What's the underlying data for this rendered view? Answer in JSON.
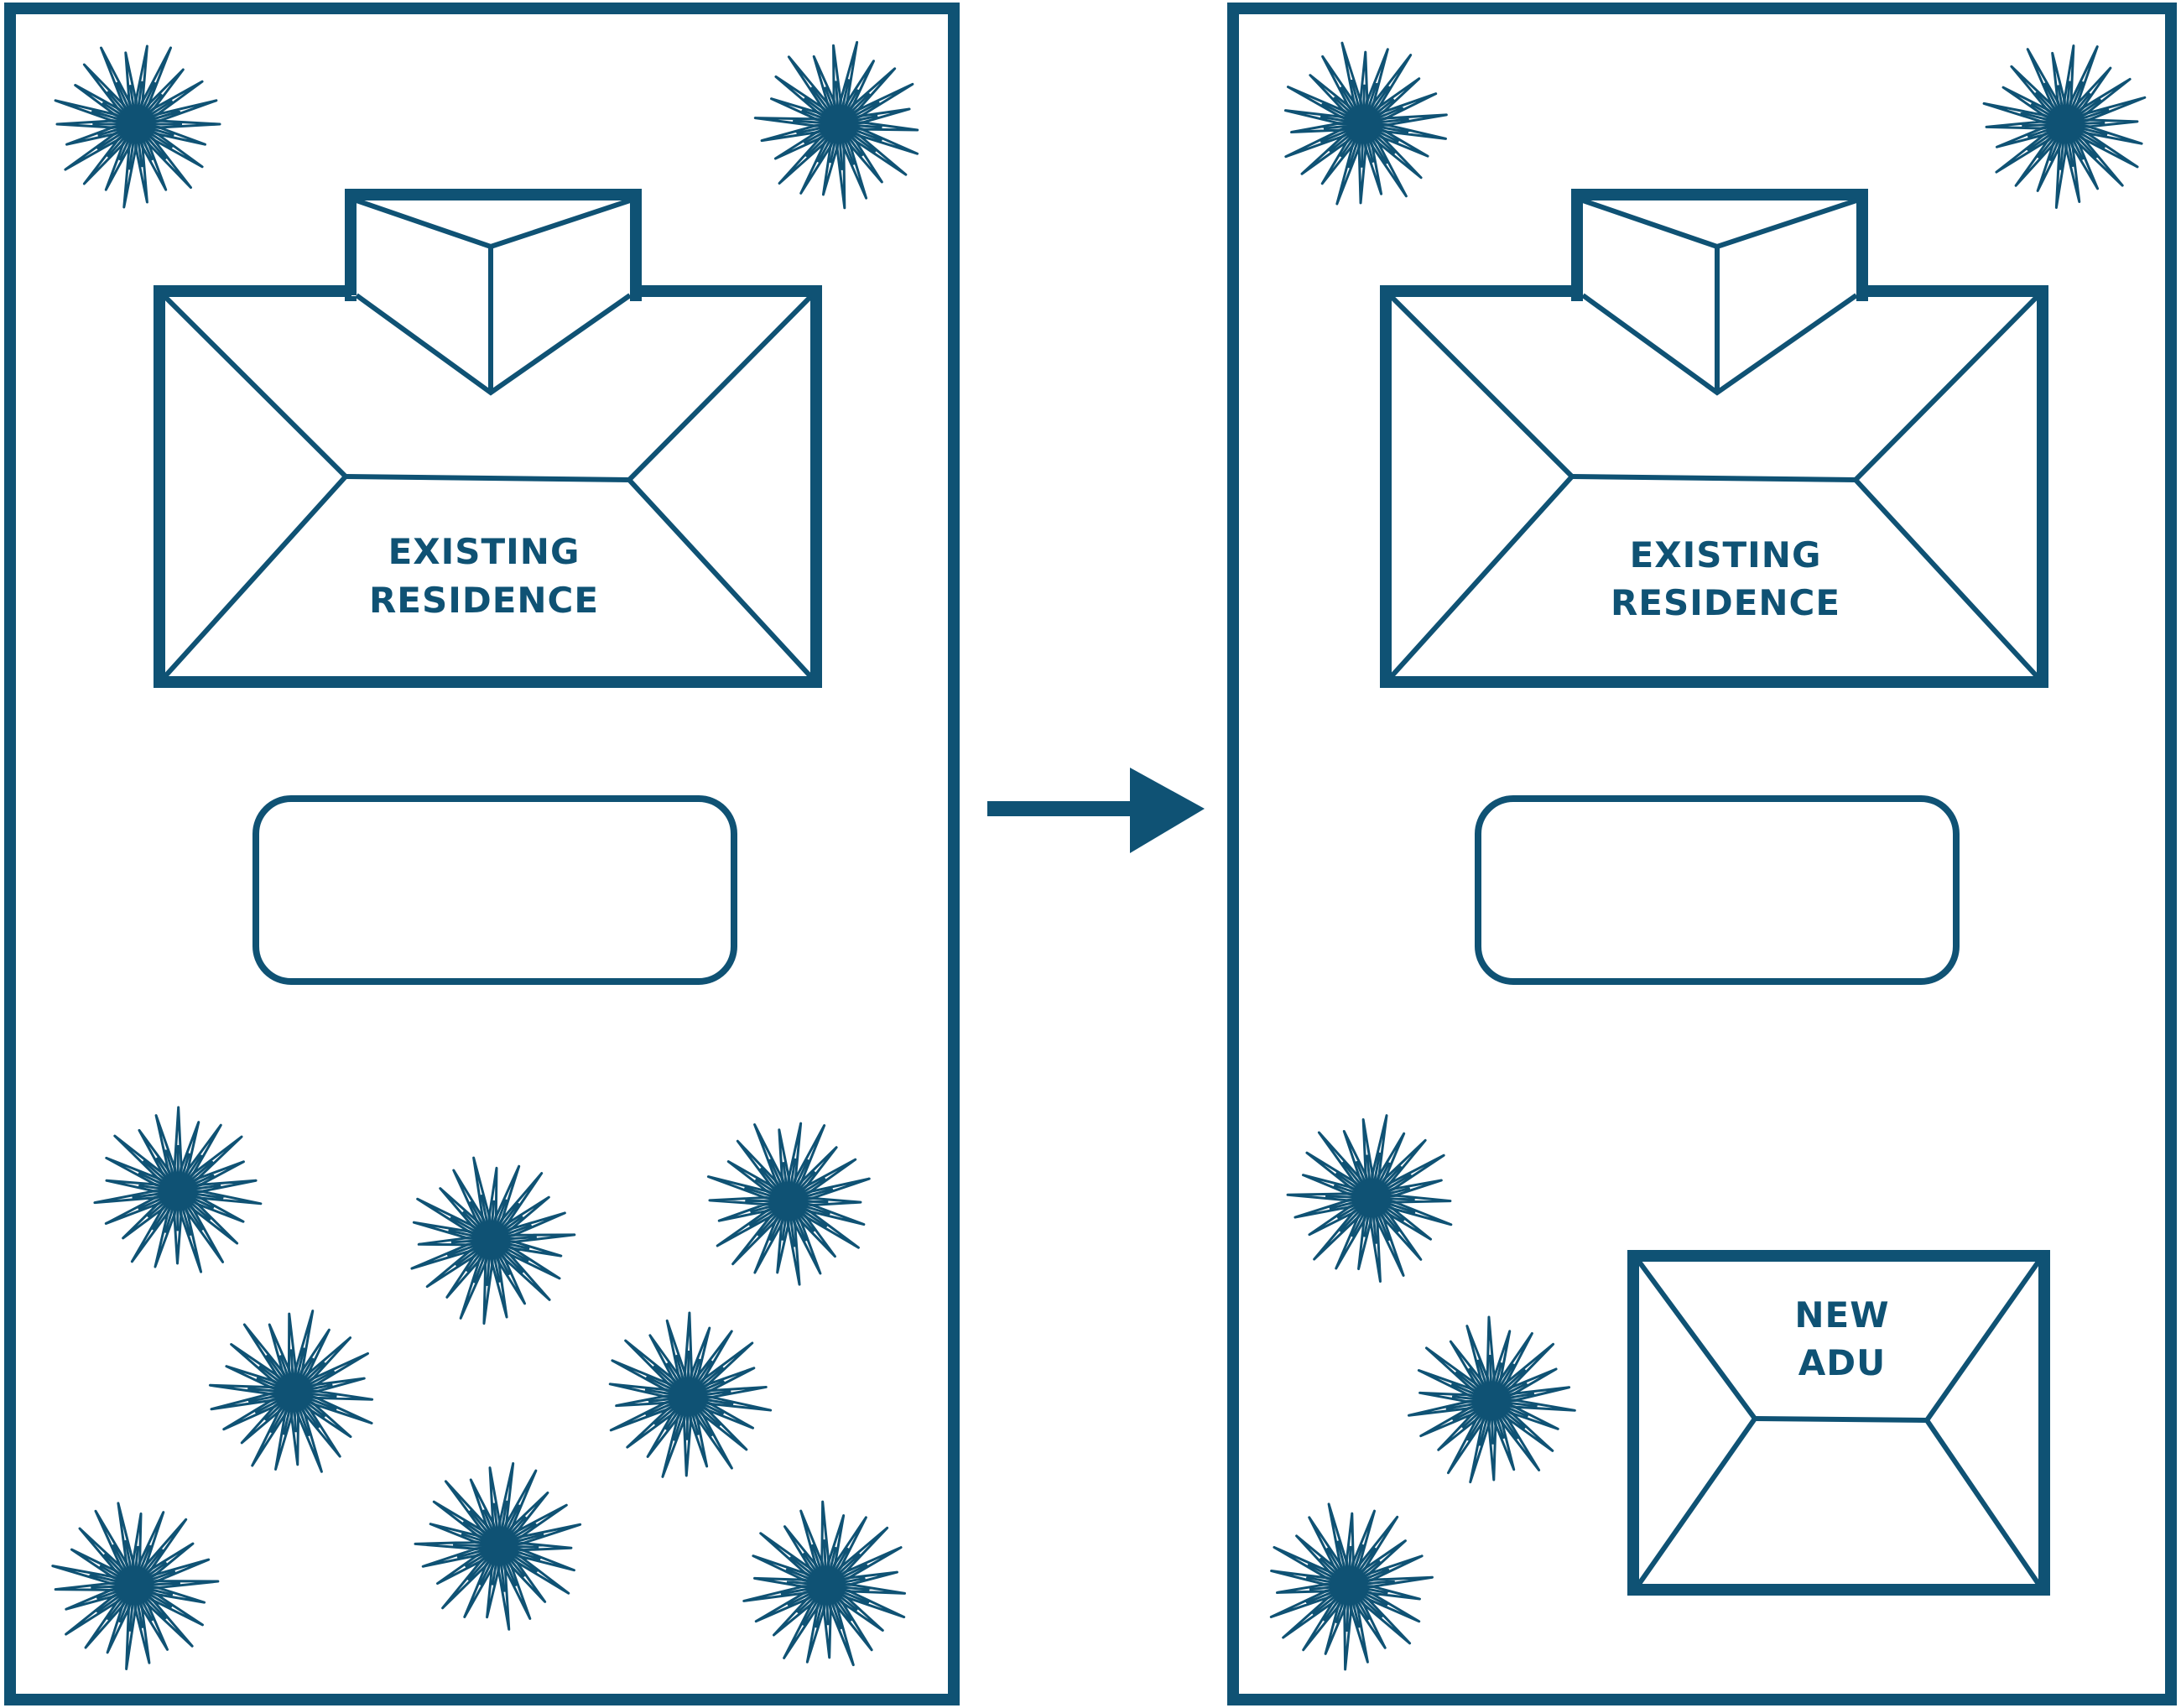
{
  "colors": {
    "stroke": "#0f5274",
    "background": "#ffffff"
  },
  "before": {
    "residence_label_line1": "EXISTING",
    "residence_label_line2": "RESIDENCE"
  },
  "after": {
    "residence_label_line1": "EXISTING",
    "residence_label_line2": "RESIDENCE",
    "adu_label_line1": "NEW",
    "adu_label_line2": "ADU"
  },
  "icons": {
    "tree": "tree-icon",
    "arrow": "arrow-right-icon"
  }
}
